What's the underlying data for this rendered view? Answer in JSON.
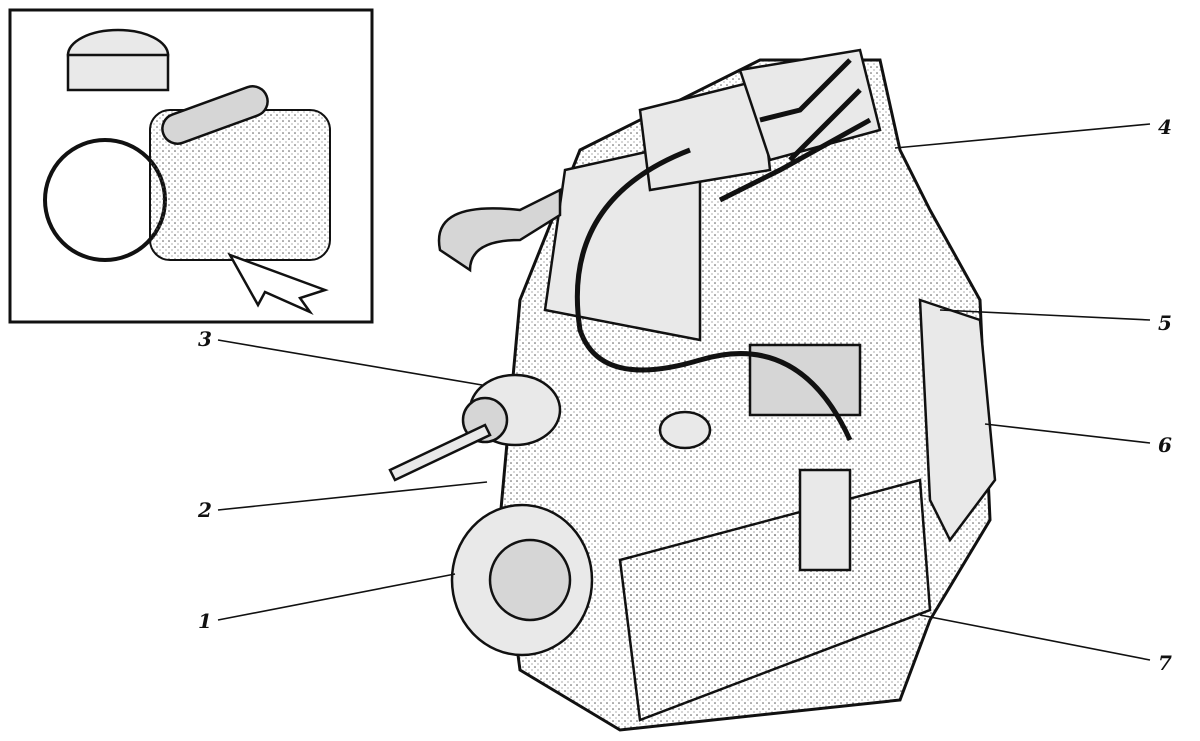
{
  "diagram": {
    "callouts": [
      {
        "number": "1"
      },
      {
        "number": "2"
      },
      {
        "number": "3"
      },
      {
        "number": "4"
      },
      {
        "number": "5"
      },
      {
        "number": "6"
      },
      {
        "number": "7"
      }
    ]
  }
}
